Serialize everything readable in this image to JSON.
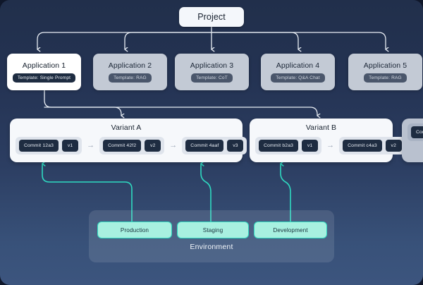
{
  "diagram": {
    "title": "Project",
    "accent_teal": "#2fd9c0",
    "background_top": "#212f4b",
    "background_bottom": "#3c557e"
  },
  "project": {
    "label": "Project"
  },
  "applications": [
    {
      "name": "Application 1",
      "template": "Template: Single Prompt",
      "state": "active"
    },
    {
      "name": "Application 2",
      "template": "Template: RAG",
      "state": "inactive"
    },
    {
      "name": "Application 3",
      "template": "Template: CoT",
      "state": "inactive"
    },
    {
      "name": "Application 4",
      "template": "Template: Q&A Chat",
      "state": "inactive"
    },
    {
      "name": "Application 5",
      "template": "Template: RAG",
      "state": "inactive"
    }
  ],
  "variants": [
    {
      "name": "Variant A",
      "state": "active",
      "commits": [
        {
          "commit": "Commit 12a3",
          "version": "v1"
        },
        {
          "commit": "Commit 42f2",
          "version": "v2"
        },
        {
          "commit": "Commit 4aaf",
          "version": "v3"
        }
      ]
    },
    {
      "name": "Variant B",
      "state": "active",
      "commits": [
        {
          "commit": "Commit b2a3",
          "version": "v1"
        },
        {
          "commit": "Commit c4a3",
          "version": "v2"
        }
      ]
    },
    {
      "name": "",
      "state": "inactive",
      "commits": [
        {
          "commit": "Com",
          "version": ""
        }
      ]
    }
  ],
  "environment": {
    "title": "Environment",
    "pills": [
      {
        "label": "Production"
      },
      {
        "label": "Staging"
      },
      {
        "label": "Development"
      }
    ]
  },
  "separator": "→"
}
